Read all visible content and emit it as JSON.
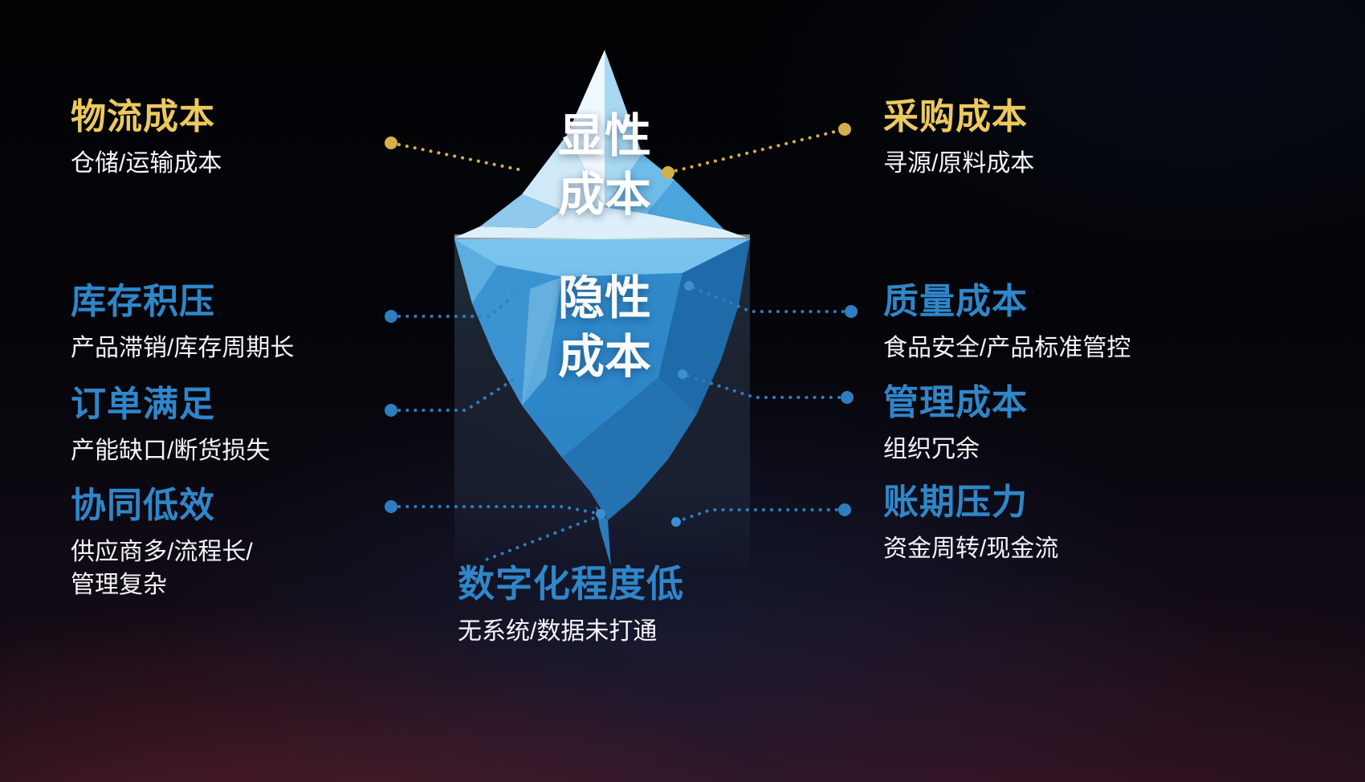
{
  "title": "显性成本与隐性成本冰山图",
  "colors": {
    "accent_yellow": "#ecc95f",
    "accent_blue": "#2f86c9",
    "iceberg_above": "#cfe9f8",
    "iceberg_below": "#2e86c8",
    "background_top": "#020204",
    "background_bottom_glow": "#3a1a26"
  },
  "iceberg": {
    "above_water_label": "显性\n成本",
    "below_water_label": "隐性\n成本"
  },
  "left_items": [
    {
      "title": "物流成本",
      "desc": "仓储/运输成本",
      "color": "yellow"
    },
    {
      "title": "库存积压",
      "desc": "产品滞销/库存周期长",
      "color": "blue"
    },
    {
      "title": "订单满足",
      "desc": "产能缺口/断货损失",
      "color": "blue"
    },
    {
      "title": "协同低效",
      "desc": "供应商多/流程长/\n管理复杂",
      "color": "blue"
    }
  ],
  "right_items": [
    {
      "title": "采购成本",
      "desc": "寻源/原料成本",
      "color": "yellow"
    },
    {
      "title": "质量成本",
      "desc": "食品安全/产品标准管控",
      "color": "blue"
    },
    {
      "title": "管理成本",
      "desc": "组织冗余",
      "color": "blue"
    },
    {
      "title": "账期压力",
      "desc": "资金周转/现金流",
      "color": "blue"
    }
  ],
  "bottom_item": {
    "title": "数字化程度低",
    "desc": "无系统/数据未打通",
    "color": "blue"
  }
}
